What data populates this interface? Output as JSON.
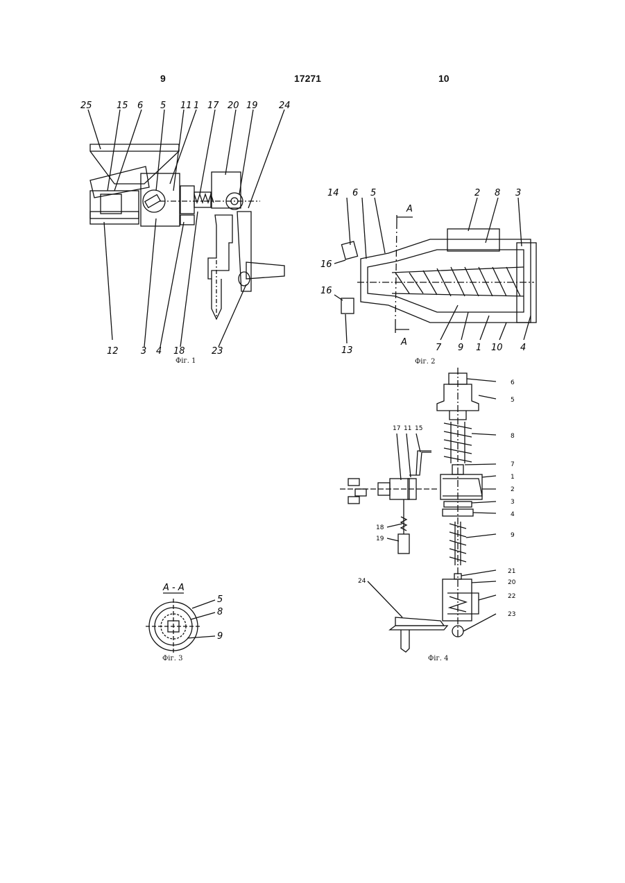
{
  "header": {
    "left_page": "9",
    "doc_number": "17271",
    "right_page": "10"
  },
  "fig1": {
    "caption": "Фіг. 1",
    "labels_top": [
      "25",
      "15",
      "6",
      "5",
      "11",
      "1",
      "17",
      "20",
      "19",
      "24"
    ],
    "labels_bottom": [
      "12",
      "3",
      "4",
      "18",
      "23"
    ]
  },
  "fig2": {
    "caption": "Фіг. 2",
    "labels_top": [
      "14",
      "6",
      "5",
      "A",
      "2",
      "8",
      "3"
    ],
    "labels_left": [
      "16",
      "16"
    ],
    "labels_bottom": [
      "13",
      "A",
      "7",
      "9",
      "1",
      "10",
      "4"
    ]
  },
  "fig3": {
    "caption": "Фіг. 3",
    "section": "A - A",
    "labels": [
      "5",
      "8",
      "9"
    ]
  },
  "fig4": {
    "caption": "Фіг. 4",
    "labels_right": [
      "6",
      "5",
      "8",
      "7",
      "1",
      "2",
      "3",
      "4",
      "9",
      "21",
      "20",
      "22",
      "23"
    ],
    "labels_left": [
      "17",
      "11",
      "15",
      "18",
      "19",
      "24"
    ]
  }
}
